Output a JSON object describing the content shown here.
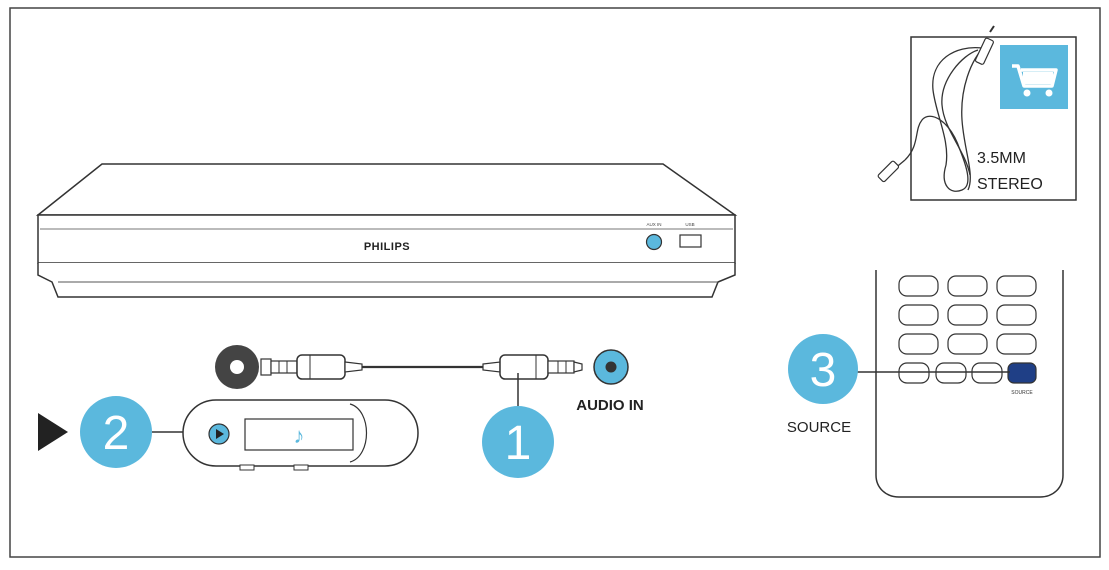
{
  "player": {
    "brand": "PHILIPS",
    "port_label_left": "AUX IN",
    "port_label_right": "USB"
  },
  "cable_kit": {
    "spec_line1": "3.5MM",
    "spec_line2": "STEREO",
    "icon": "shopping-cart-icon"
  },
  "steps": {
    "step1": "1",
    "step2": "2",
    "step3": "3"
  },
  "labels": {
    "audio_in": "AUDIO IN",
    "source": "SOURCE",
    "remote_source_key": "SOURCE"
  },
  "device": {
    "screen_icon": "music-note-icon",
    "play_icon": "play-icon"
  },
  "colors": {
    "accent": "#5bb8dd",
    "accent_dark": "#1f3f86",
    "line": "#333333",
    "jack": "#444444"
  }
}
